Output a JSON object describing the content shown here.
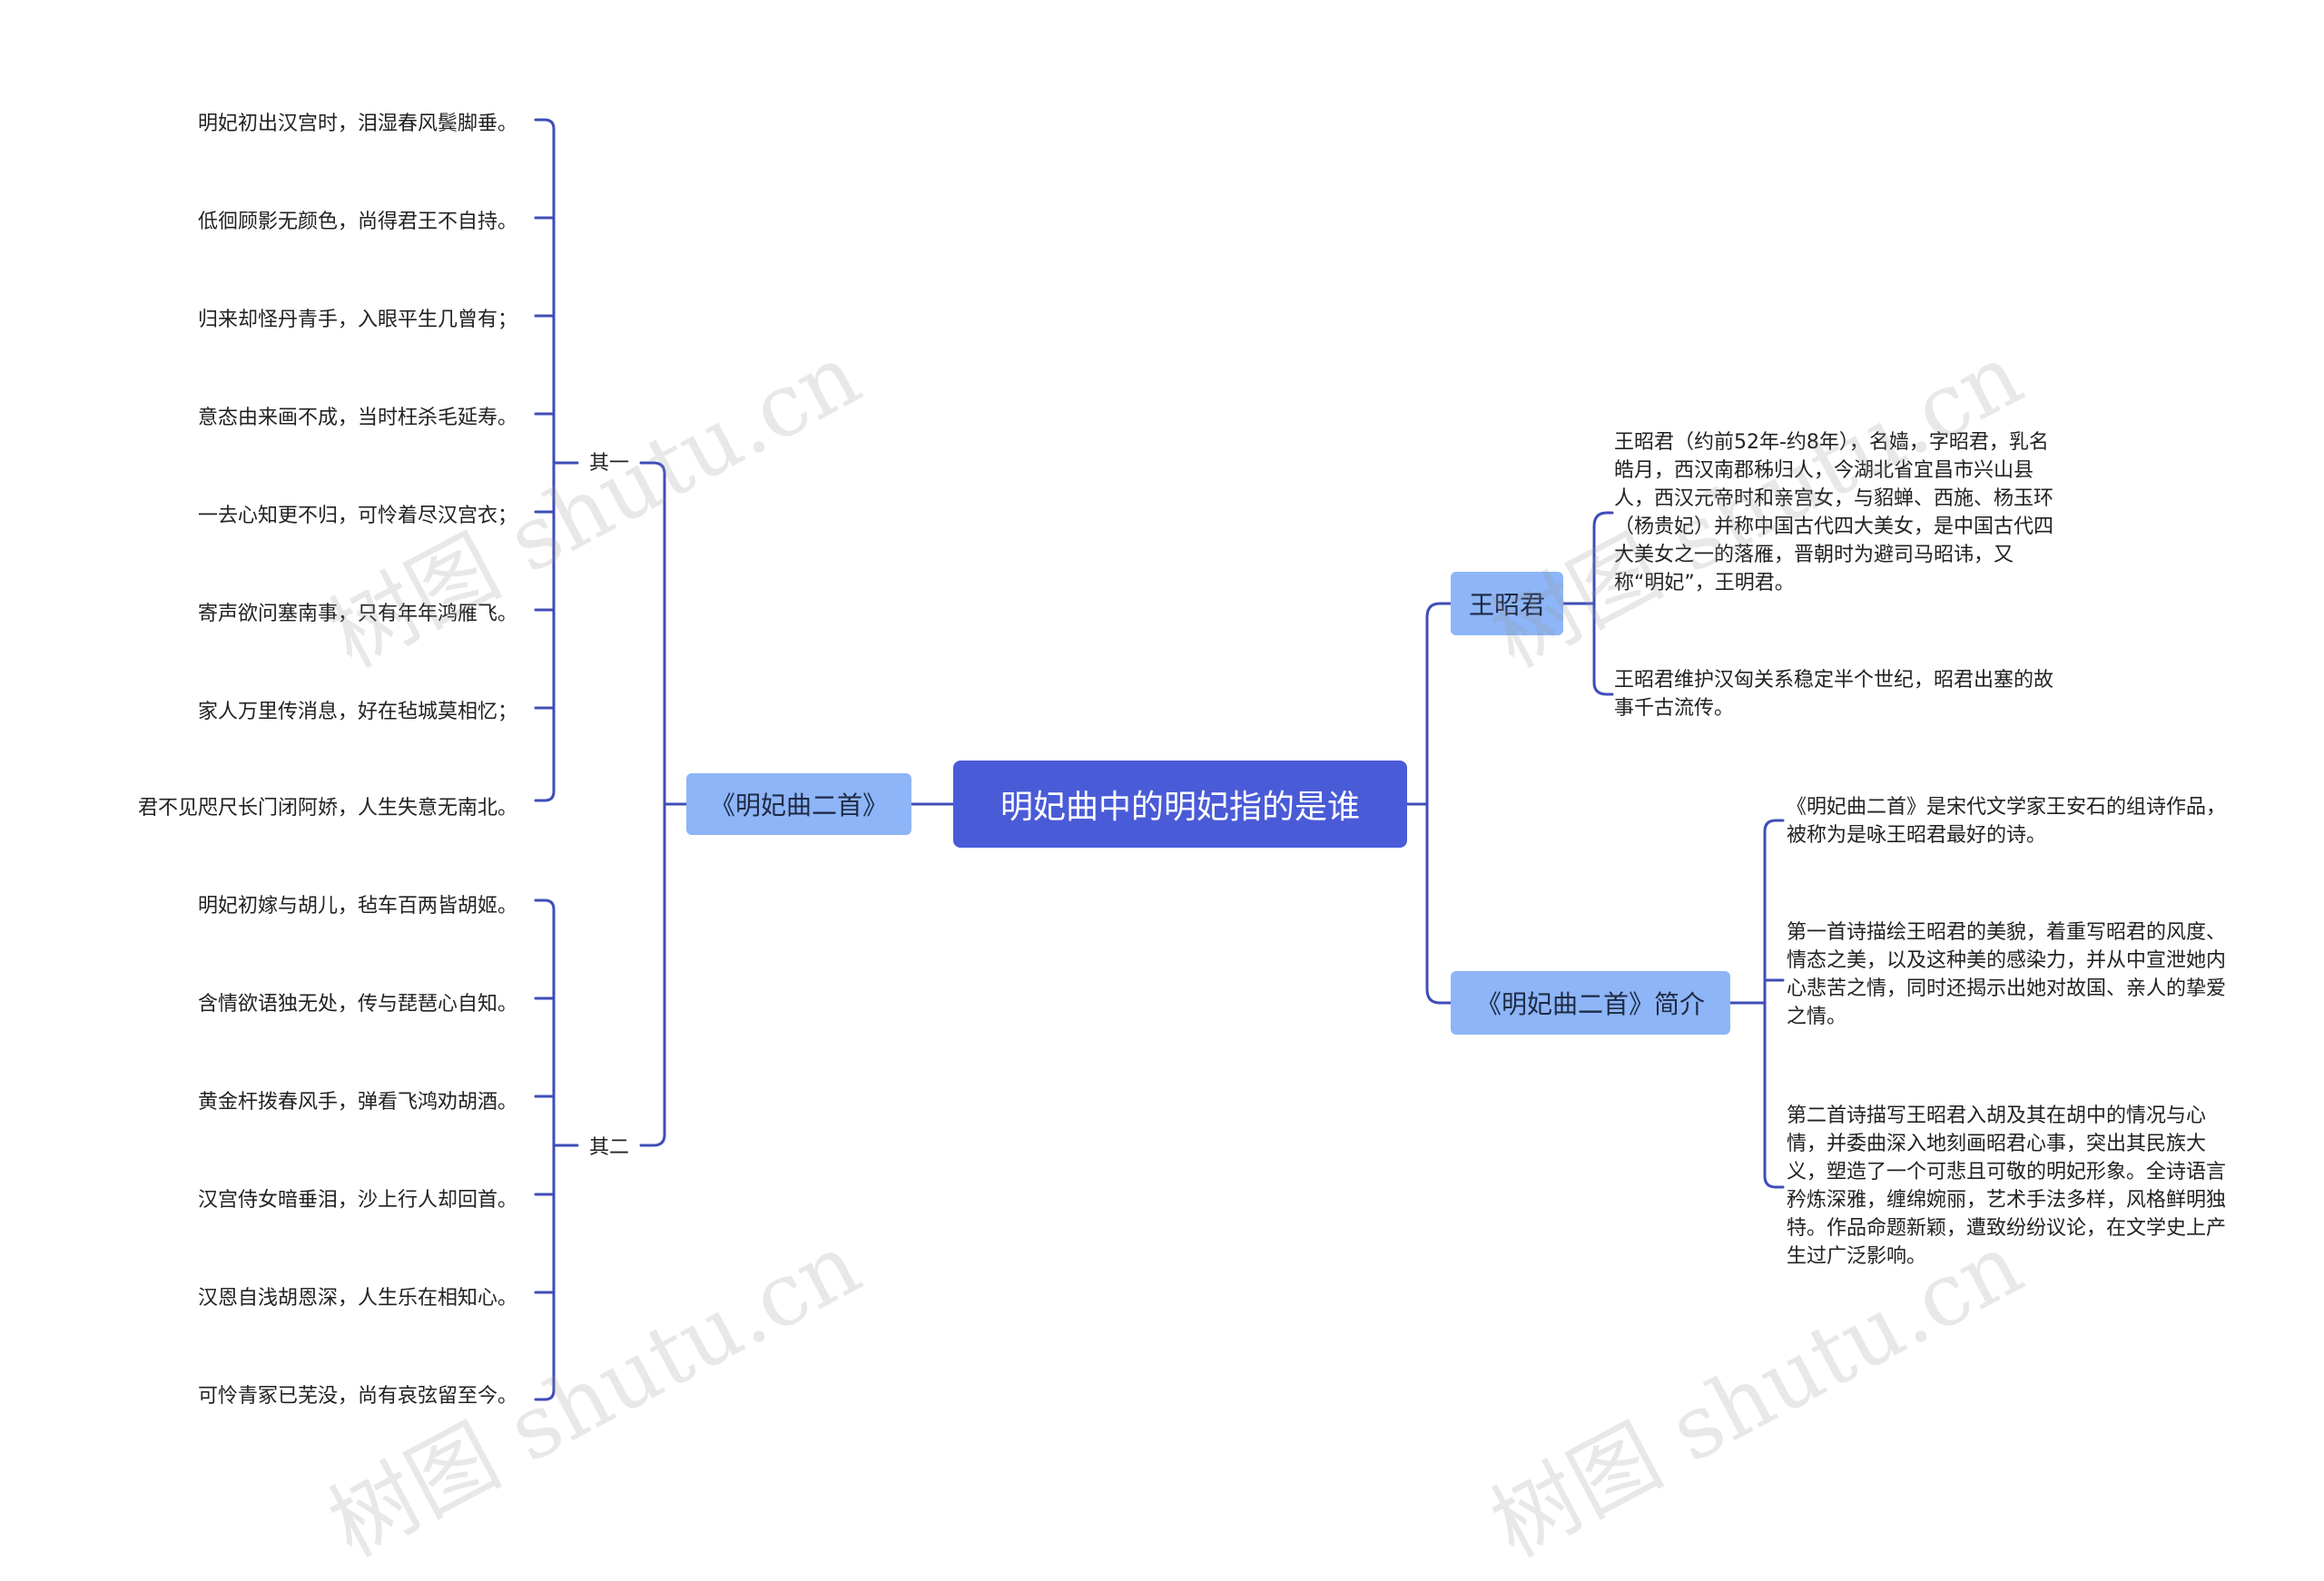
{
  "root": {
    "label": "明妃曲中的明妃指的是谁"
  },
  "left": {
    "label": "《明妃曲二首》",
    "group1": {
      "label": "其一",
      "lines": [
        "明妃初出汉宫时，泪湿春风鬓脚垂。",
        "低徊顾影无颜色，尚得君王不自持。",
        "归来却怪丹青手，入眼平生几曾有；",
        "意态由来画不成，当时枉杀毛延寿。",
        "一去心知更不归，可怜着尽汉宫衣；",
        "寄声欲问塞南事，只有年年鸿雁飞。",
        "家人万里传消息，好在毡城莫相忆；",
        "君不见咫尺长门闭阿娇，人生失意无南北。"
      ]
    },
    "group2": {
      "label": "其二",
      "lines": [
        "明妃初嫁与胡儿，毡车百两皆胡姬。",
        "含情欲语独无处，传与琵琶心自知。",
        "黄金杆拨春风手，弹看飞鸿劝胡酒。",
        "汉宫侍女暗垂泪，沙上行人却回首。",
        "汉恩自浅胡恩深，人生乐在相知心。",
        "可怜青冢已芜没，尚有哀弦留至今。"
      ]
    }
  },
  "right": {
    "wzj": {
      "label": "王昭君",
      "paras": [
        "王昭君（约前52年-约8年），名嫱，字昭君，乳名皓月，西汉南郡秭归人，今湖北省宜昌市兴山县人，西汉元帝时和亲宫女，与貂蝉、西施、杨玉环（杨贵妃）并称中国古代四大美女，是中国古代四大美女之一的落雁，晋朝时为避司马昭讳，又称“明妃”，王明君。",
        "王昭君维护汉匈关系稳定半个世纪，昭君出塞的故事千古流传。"
      ]
    },
    "intro": {
      "label": "《明妃曲二首》简介",
      "paras": [
        "《明妃曲二首》是宋代文学家王安石的组诗作品，被称为是咏王昭君最好的诗。",
        "第一首诗描绘王昭君的美貌，着重写昭君的风度、情态之美，以及这种美的感染力，并从中宣泄她内心悲苦之情，同时还揭示出她对故国、亲人的挚爱之情。",
        "第二首诗描写王昭君入胡及其在胡中的情况与心情，并委曲深入地刻画昭君心事，突出其民族大义，塑造了一个可悲且可敬的明妃形象。全诗语言矜炼深雅，缠绵婉丽，艺术手法多样，风格鲜明独特。作品命题新颖，遭致纷纷议论，在文学史上产生过广泛影响。"
      ]
    }
  },
  "watermark": "树图 shutu.cn",
  "colors": {
    "root": "#4a5bd7",
    "branch": "#8db5f7",
    "line": "#3f4db8"
  }
}
